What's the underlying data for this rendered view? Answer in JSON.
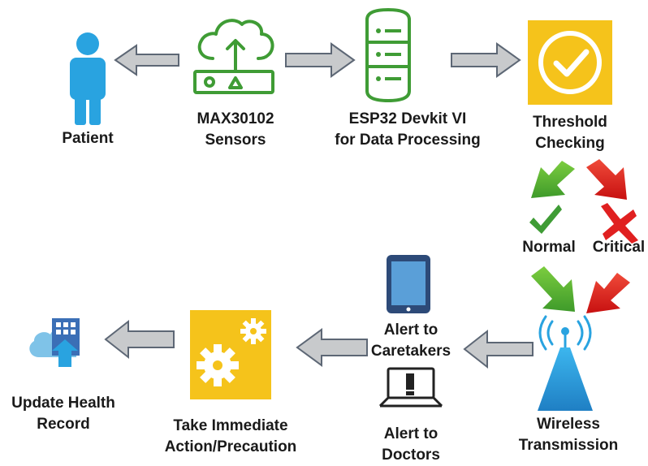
{
  "labels": {
    "patient": "Patient",
    "sensors": [
      "MAX30102",
      "Sensors"
    ],
    "esp32": [
      "ESP32 Devkit VI",
      "for Data Processing"
    ],
    "threshold": [
      "Threshold",
      "Checking"
    ],
    "normal": "Normal",
    "critical": "Critical",
    "wireless": [
      "Wireless",
      "Transmission"
    ],
    "alert_caretakers": [
      "Alert to",
      "Caretakers"
    ],
    "alert_doctors": [
      "Alert to",
      "Doctors"
    ],
    "action": [
      "Take Immediate",
      "Action/Precaution"
    ],
    "update_record": [
      "Update Health",
      "Record"
    ]
  },
  "colors": {
    "blue": "#29a3e0",
    "green": "#3f9c35",
    "gold": "#f5c31b",
    "red": "#e02020",
    "arrow_fill": "#c8cacc",
    "arrow_stroke": "#5d6775"
  },
  "icons": {
    "patient": "person-icon",
    "sensors": "cloud-upload-icon",
    "esp32": "database-icon",
    "threshold": "checkmark-tile-icon",
    "normal": "green-check-icon",
    "critical": "red-x-icon",
    "wireless": "antenna-tower-icon",
    "caretakers": "tablet-icon",
    "doctors": "laptop-alert-icon",
    "action": "gears-tile-icon",
    "update_record": "cloud-building-icon"
  }
}
